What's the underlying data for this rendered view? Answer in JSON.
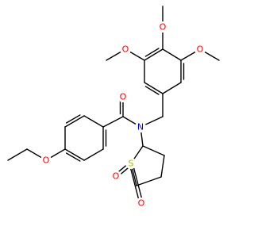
{
  "molecule": {
    "atoms": [
      {
        "id": "O_carbonyl",
        "symbol": "O",
        "color": "#ff0000"
      },
      {
        "id": "N_amide",
        "symbol": "N",
        "color": "#0000ff"
      },
      {
        "id": "O_ethoxy",
        "symbol": "O",
        "color": "#ff0000"
      },
      {
        "id": "O_methoxy_left",
        "symbol": "O",
        "color": "#ff0000"
      },
      {
        "id": "O_methoxy_top",
        "symbol": "O",
        "color": "#ff0000"
      },
      {
        "id": "O_methoxy_right",
        "symbol": "O",
        "color": "#ff0000"
      },
      {
        "id": "S_ring",
        "symbol": "S",
        "color": "#b8b800"
      },
      {
        "id": "O_sulfonyl_top",
        "symbol": "O",
        "color": "#ff0000"
      },
      {
        "id": "O_sulfonyl_bottom",
        "symbol": "O",
        "color": "#ff0000"
      }
    ],
    "bond_color": "#000000",
    "background": "#ffffff"
  }
}
